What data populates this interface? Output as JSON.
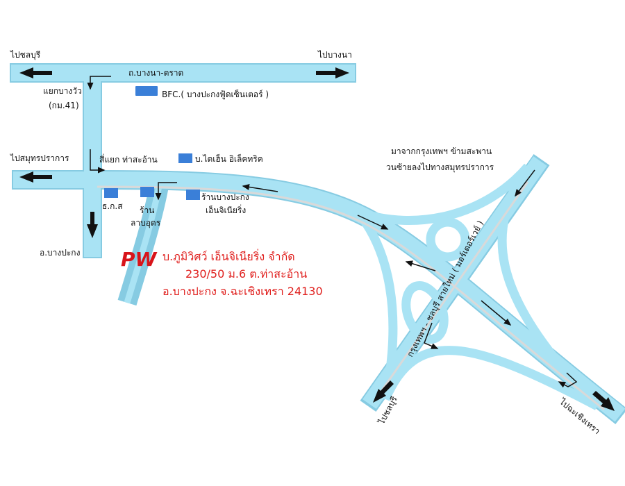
{
  "colors": {
    "road": "#a9e3f4",
    "road_edge": "#86cbe2",
    "building": "#3a7fd8",
    "company_text": "#e0201e"
  },
  "labels": {
    "to_chonburi_top": "ไปชลบุรี",
    "to_bangna": "ไปบางนา",
    "bangna_trat_road": "ถ.บางนา-ตราด",
    "bang_wua_junction": "แยกบางวัว",
    "km41": "(กม.41)",
    "to_samut_prakan": "ไปสมุทรปราการ",
    "tha_saan_intersection": "สี่แยก ท่าสะอ้าน",
    "to_bang_pakong": "อ.บางปะกง",
    "interchange_note_line1": "มาจากกรุงเทพฯ ข้ามสะพาน",
    "interchange_note_line2": "วนซ้ายลงไปทางสมุทรปราการ",
    "motorway": "กรุงเทพฯ - ชลบุรี สายใหม่ ( มอร์เตอร์เวย์ )",
    "to_chonburi_bottom": "ไปชลบุรี",
    "to_chachoengsao": "ไปฉะเชิงเทรา"
  },
  "landmarks": {
    "bfc": "BFC.( บางปะกงฟู้ดเซ็นเตอร์ )",
    "daihen": "บ.ไดเฮ็น อิเล็คทริค",
    "baac": "ธ.ก.ส",
    "laab_shop_1": "ร้าน",
    "laab_shop_2": "ลาบอุดร",
    "bangpakong_eng_1": "ร้านบางปะกง",
    "bangpakong_eng_2": "เอ็นจิเนียริ่ง"
  },
  "company": {
    "logo": "PW",
    "name": "บ.ภูมิวิศว์ เอ็นจิเนียริ่ง จำกัด",
    "address1": "230/50 ม.6 ต.ท่าสะอ้าน",
    "address2": "อ.บางปะกง จ.ฉะเชิงเทรา 24130"
  }
}
